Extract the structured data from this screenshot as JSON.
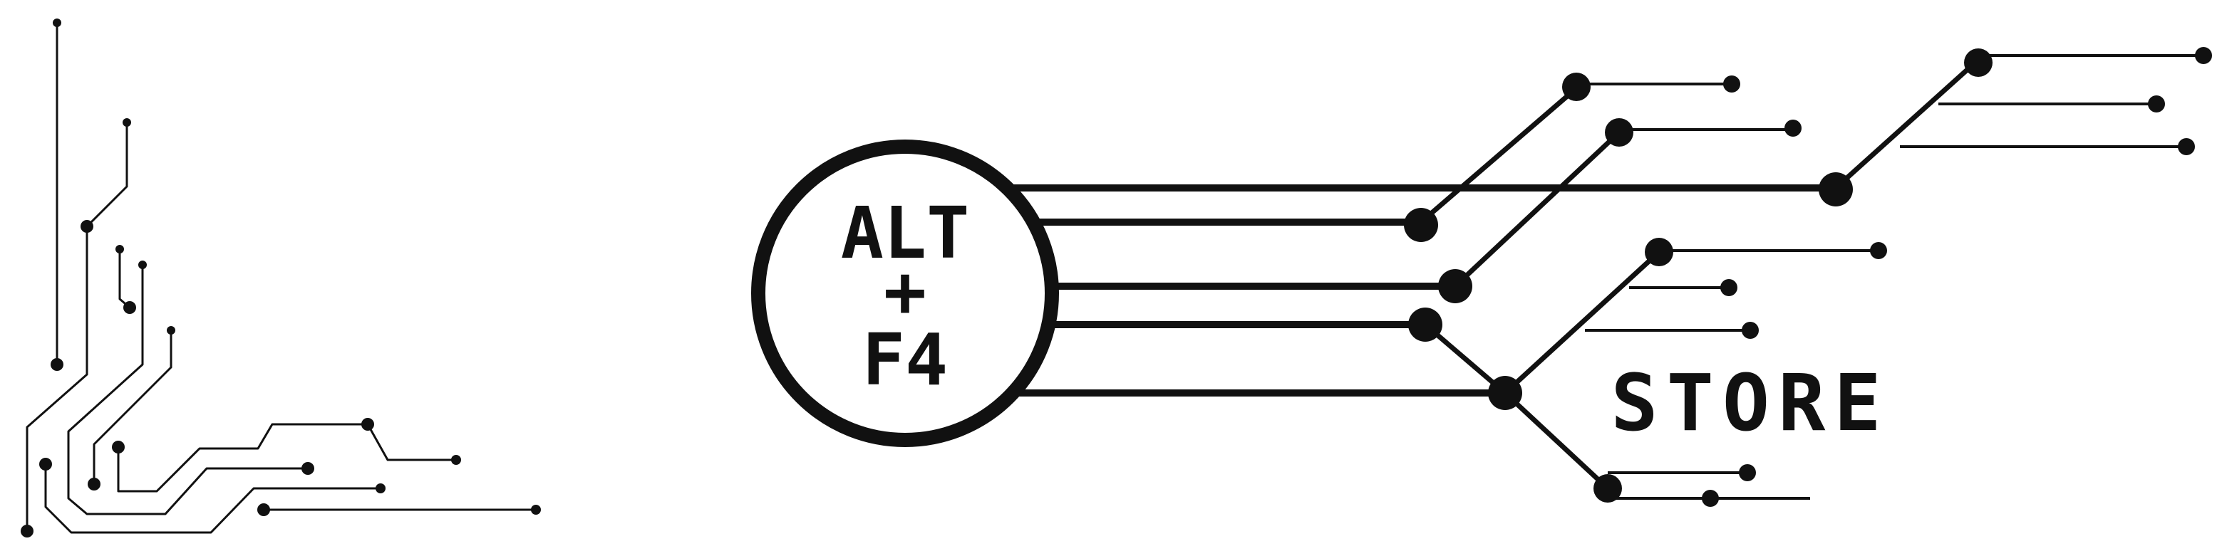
{
  "logo": {
    "line1": "ALT",
    "line2": "+",
    "line3": "F4",
    "store": "STORE"
  },
  "colors": {
    "ink": "#111111",
    "background": "#ffffff"
  },
  "icons": [
    "circuit-traces-icon",
    "logo-circle-icon"
  ]
}
